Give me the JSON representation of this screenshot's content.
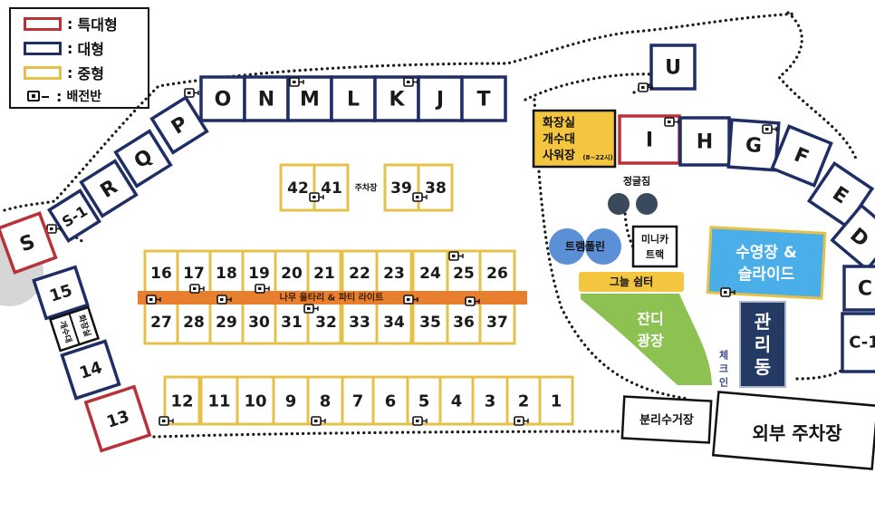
{
  "legend": {
    "special_large": "특대형",
    "large": "대형",
    "medium": "중형",
    "power": "배전반",
    "colon": ":"
  },
  "colors": {
    "special_large": "#b8323a",
    "large": "#1f2f66",
    "medium": "#e6c14a",
    "orange_path": "#e87f2e",
    "shelter_yellow": "#f4c53f",
    "lawn_green": "#8dc152",
    "pool_blue": "#4aaee8",
    "office_navy": "#243a62",
    "trampoline_blue": "#5b8fd6",
    "swing_gray": "#3a4a5c"
  },
  "sites": {
    "top_row": [
      "O",
      "N",
      "M",
      "L",
      "K",
      "J",
      "T"
    ],
    "diagonal_left": [
      "P",
      "Q",
      "R",
      "S-1"
    ],
    "s_site": "S",
    "left_column": [
      "15",
      "14",
      "13"
    ],
    "left_sidebox": [
      "개수대",
      "화장실"
    ],
    "upper_pair_a": [
      "42",
      "41"
    ],
    "upper_pair_b": [
      "39",
      "38"
    ],
    "middle_top": [
      "16",
      "17",
      "18",
      "19",
      "20",
      "21",
      "22",
      "23",
      "24",
      "25",
      "26"
    ],
    "middle_bottom": [
      "27",
      "28",
      "29",
      "30",
      "31",
      "32",
      "33",
      "34",
      "35",
      "36",
      "37"
    ],
    "bottom_row": [
      "12",
      "11",
      "10",
      "9",
      "8",
      "7",
      "6",
      "5",
      "4",
      "3",
      "2",
      "1"
    ],
    "right_top": [
      "U"
    ],
    "right_row": [
      "I",
      "H",
      "G",
      "F",
      "E",
      "D"
    ],
    "right_edge": [
      "C",
      "C-1"
    ]
  },
  "labels": {
    "parking_inner": "주차장",
    "wood_path": "나무 울타리 & 파티 라이트",
    "facility_wc": [
      "화장실",
      "개수대",
      "사워장"
    ],
    "facility_hours": "(8~22시)",
    "jungle_gym": "정글짐",
    "trampoline": "트램폴린",
    "mini_car": [
      "미니카",
      "트랙"
    ],
    "shelter": "그늘 쉼터",
    "lawn": [
      "잔디",
      "광장"
    ],
    "pool": [
      "수영장 &",
      "슬라이드"
    ],
    "office": [
      "관",
      "리",
      "동"
    ],
    "checkin": [
      "체",
      "크",
      "인"
    ],
    "recycle": "분리수거장",
    "outer_parking": "외부 주차장"
  }
}
